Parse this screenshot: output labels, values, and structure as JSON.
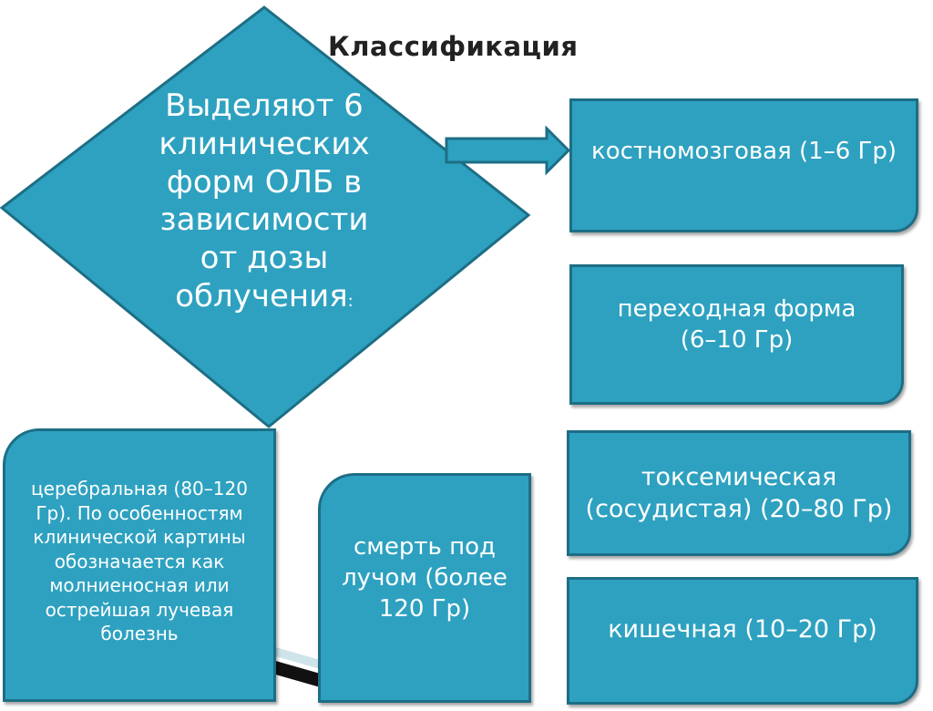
{
  "title": "Классификация",
  "center": "Выделяют 6 клинических форм ОЛБ в зависимости от дозы облучения",
  "center_colon": ":",
  "forms": {
    "bone_marrow": "костномозговая (1–6 Гр)",
    "transitional": "переходная форма (6–10 Гр)",
    "toxemic": "токсемическая (сосудистая) (20–80 Гр)",
    "intestinal": "кишечная (10–20 Гр)",
    "cerebral": "церебральная (80–120 Гр). По особенностям клинической картины обозначается как молниеносная или острейшая лучевая болезнь",
    "death": "смерть под лучом (более 120 Гр)"
  },
  "colors": {
    "fill": "#2ea1c0",
    "border": "#1d6e85"
  }
}
